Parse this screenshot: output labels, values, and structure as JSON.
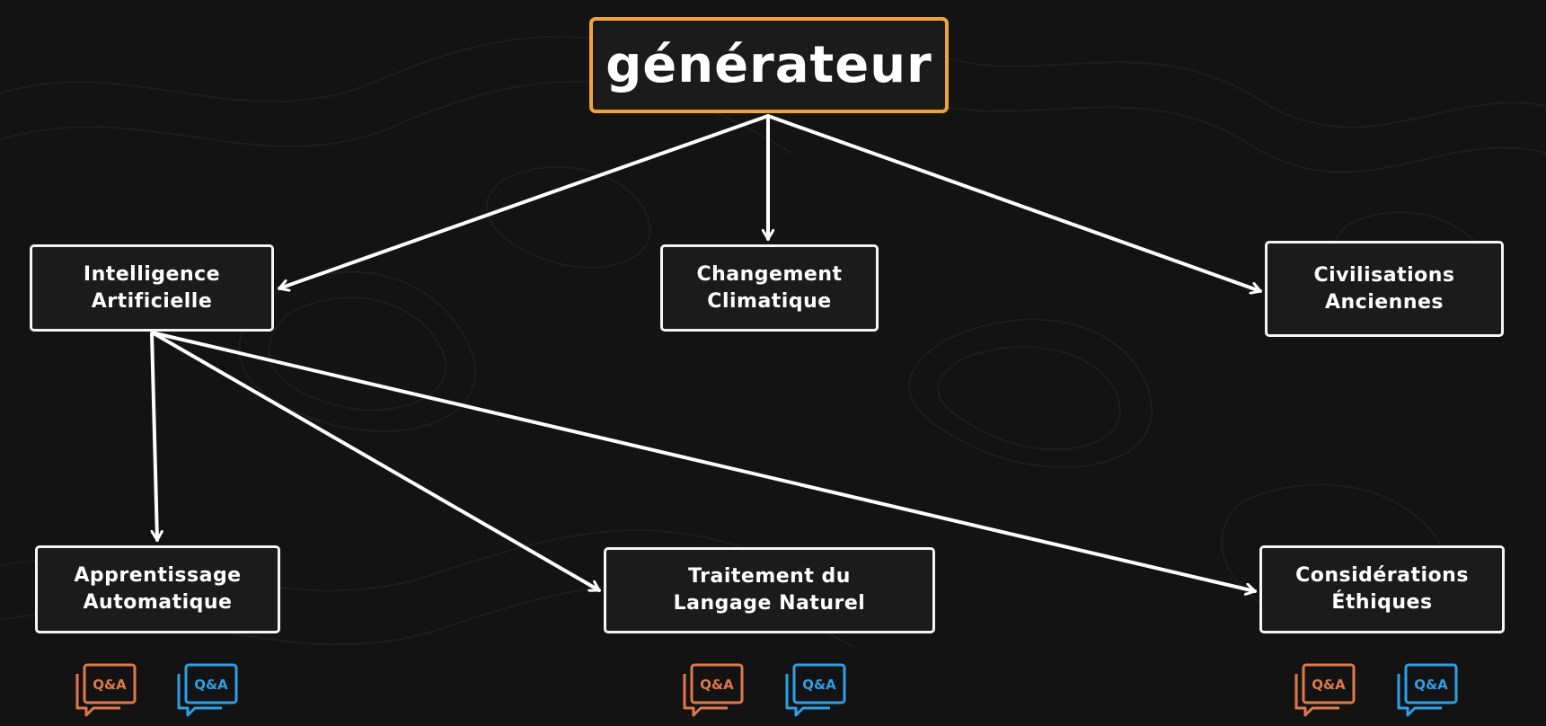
{
  "diagram": {
    "root": {
      "label": "générateur"
    },
    "nodes": [
      {
        "id": "ia",
        "label": "Intelligence\nArtificielle"
      },
      {
        "id": "cc",
        "label": "Changement\nClimatique"
      },
      {
        "id": "ca",
        "label": "Civilisations\nAnciennes"
      },
      {
        "id": "aa",
        "label": "Apprentissage\nAutomatique"
      },
      {
        "id": "tln",
        "label": "Traitement du\nLangage Naturel"
      },
      {
        "id": "ce",
        "label": "Considérations\nÉthiques"
      }
    ],
    "edges": [
      {
        "from": "root",
        "to": "ia"
      },
      {
        "from": "root",
        "to": "cc"
      },
      {
        "from": "root",
        "to": "ca"
      },
      {
        "from": "ia",
        "to": "aa"
      },
      {
        "from": "ia",
        "to": "tln"
      },
      {
        "from": "ia",
        "to": "ce"
      }
    ],
    "qa_buttons": [
      {
        "node": "aa",
        "label": "Q&A",
        "variant": "orange",
        "color": "#e0784a"
      },
      {
        "node": "aa",
        "label": "Q&A",
        "variant": "blue",
        "color": "#2e9fe6"
      },
      {
        "node": "tln",
        "label": "Q&A",
        "variant": "orange",
        "color": "#e0784a"
      },
      {
        "node": "tln",
        "label": "Q&A",
        "variant": "blue",
        "color": "#2e9fe6"
      },
      {
        "node": "ce",
        "label": "Q&A",
        "variant": "orange",
        "color": "#e0784a"
      },
      {
        "node": "ce",
        "label": "Q&A",
        "variant": "blue",
        "color": "#2e9fe6"
      }
    ]
  },
  "colors": {
    "background": "#131313",
    "root_border": "#f0a33a",
    "node_border": "#f5f5f5",
    "edge": "#ffffff",
    "text": "#ffffff"
  }
}
